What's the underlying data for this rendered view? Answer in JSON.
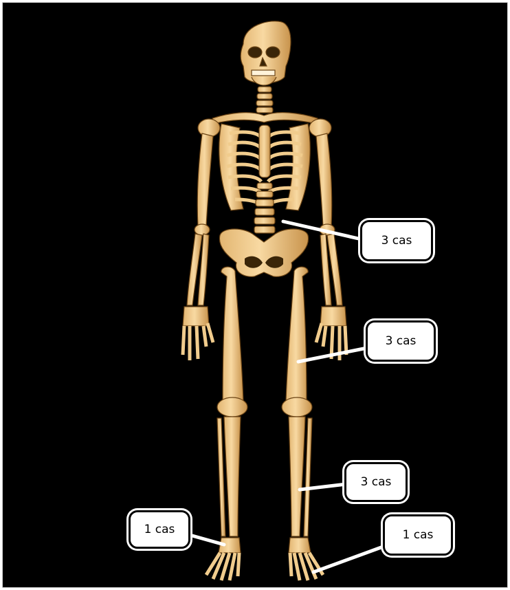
{
  "colors": {
    "background": "#000000",
    "bone": "#f3cf93",
    "bone_shadow": "#c9964f",
    "bone_outline": "#6b4415",
    "callout_fill": "#ffffff",
    "callout_text": "#000000"
  },
  "labels": {
    "spine": "3 cas",
    "thigh": "3 cas",
    "shin": "3 cas",
    "left_foot": "1 cas",
    "right_foot": "1 cas"
  }
}
